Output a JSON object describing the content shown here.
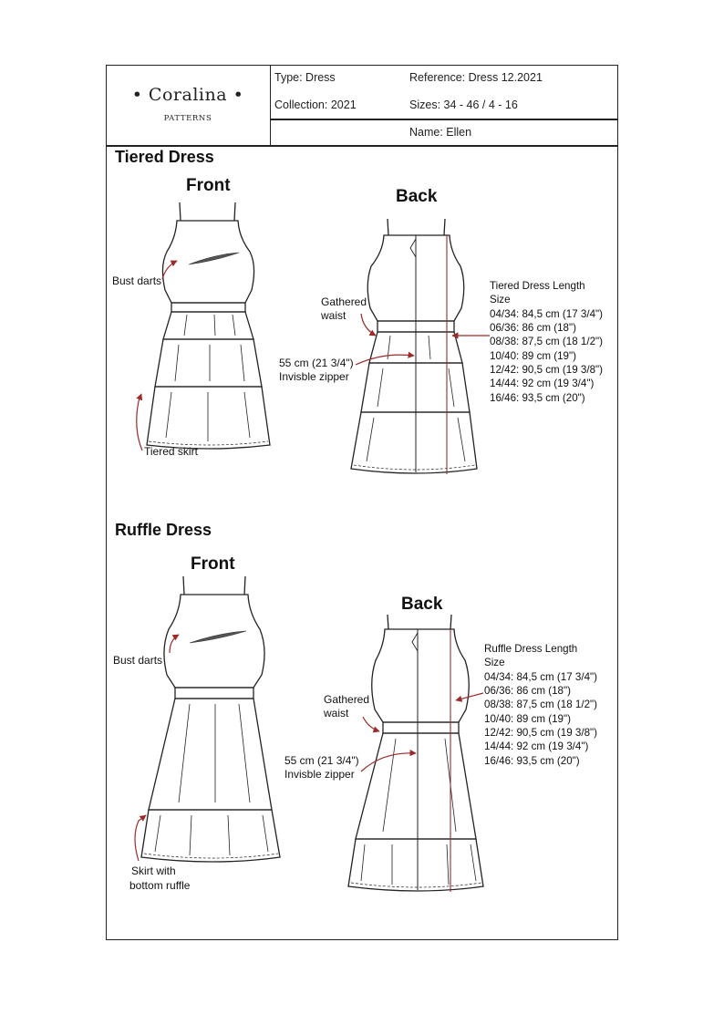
{
  "header": {
    "brand_name": "• Coralina •",
    "brand_sub": "PATTERNS",
    "type": "Type: Dress",
    "reference": "Reference: Dress 12.2021",
    "collection": "Collection: 2021",
    "sizes": "Sizes: 34 - 46 / 4 - 16",
    "name": "Name: Ellen"
  },
  "tiered": {
    "title": "Tiered Dress",
    "front_label": "Front",
    "back_label": "Back",
    "bust_darts": "Bust darts",
    "tiered_skirt": "Tiered skirt",
    "gathered_1": "Gathered",
    "gathered_2": "waist",
    "zipper_1": "55 cm (21 3/4\")",
    "zipper_2": "Invisble zipper",
    "length_title": "Tiered Dress Length",
    "size_label": "Size",
    "sizes": [
      "04/34: 84,5 cm (17 3/4\")",
      "06/36: 86 cm (18\")",
      "08/38: 87,5 cm (18 1/2\")",
      "10/40: 89 cm (19\")",
      "12/42: 90,5 cm (19 3/8\")",
      "14/44: 92 cm (19 3/4\")",
      "16/46: 93,5 cm (20\")"
    ]
  },
  "ruffle": {
    "title": "Ruffle Dress",
    "front_label": "Front",
    "back_label": "Back",
    "bust_darts": "Bust darts",
    "skirt_1": "Skirt with",
    "skirt_2": "bottom ruffle",
    "gathered_1": "Gathered",
    "gathered_2": "waist",
    "zipper_1": "55 cm (21 3/4\")",
    "zipper_2": "Invisble zipper",
    "length_title": "Ruffle Dress Length",
    "size_label": "Size",
    "sizes": [
      "04/34: 84,5 cm (17 3/4\")",
      "06/36: 86 cm (18\")",
      "08/38: 87,5 cm (18 1/2\")",
      "10/40: 89 cm (19\")",
      "12/42: 90,5 cm (19 3/8\")",
      "14/44: 92 cm (19 3/4\")",
      "16/46: 93,5 cm (20\")"
    ]
  },
  "colors": {
    "arrow": "#9b2a2a",
    "line": "#222222"
  }
}
